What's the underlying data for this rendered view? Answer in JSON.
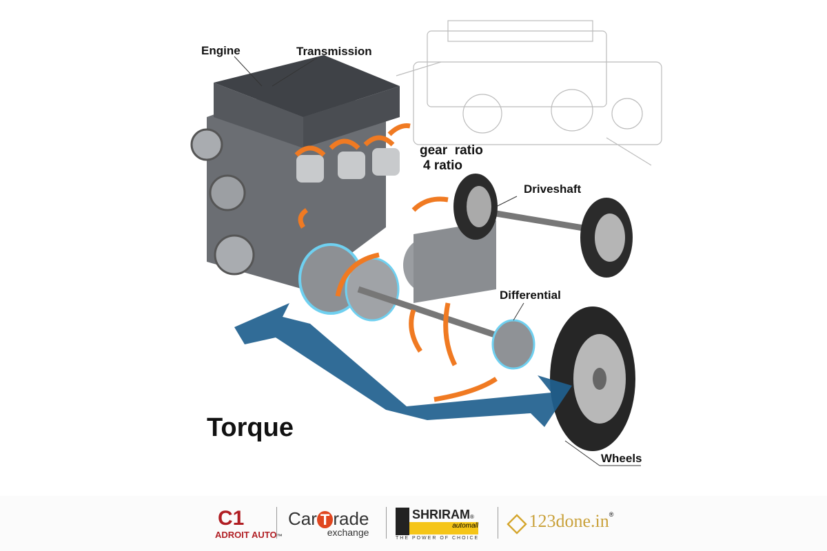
{
  "labels": {
    "engine": "Engine",
    "transmission": "Transmission",
    "gear_ratio_1": "gear  ratio",
    "gear_ratio_2": "4 ratio",
    "driveshaft": "Driveshaft",
    "differential": "Differential",
    "torque": "Torque",
    "wheels": "Wheels"
  },
  "logos": {
    "adroit": {
      "mark": "C1",
      "name": "ADROIT AUTO",
      "tm": "™"
    },
    "cartrade": {
      "car": "Car",
      "t": "T",
      "rade": "rade",
      "sub": "exchange"
    },
    "shriram": {
      "name": "SHRIRAM",
      "reg": "®",
      "sub": "automall",
      "tagline": "THE POWER OF CHOICE"
    },
    "done": {
      "name": "123done.in",
      "reg": "®"
    }
  },
  "colors": {
    "arrow_blue": "#1f5f8e",
    "arrow_orange": "#f07a22",
    "engine_gray": "#5a5d62"
  }
}
